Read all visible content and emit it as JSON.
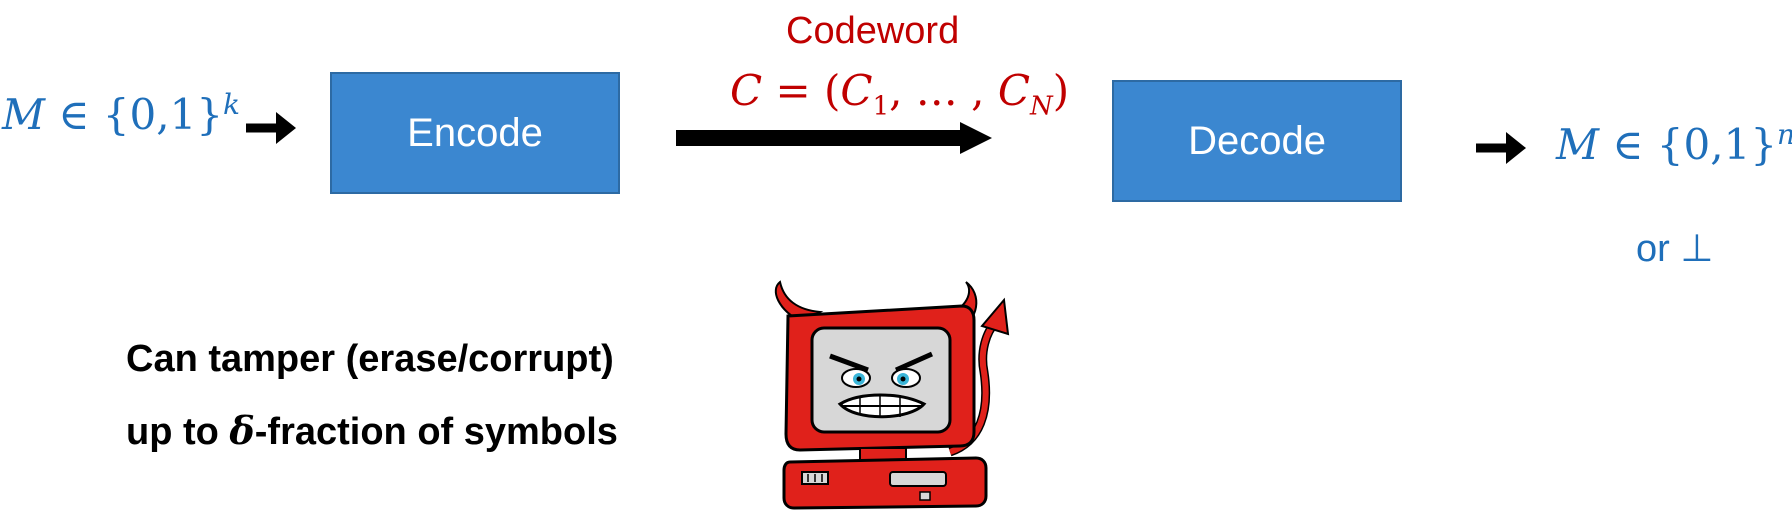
{
  "input": {
    "var": "M",
    "rel": " ∈ {0,1}",
    "exp": "k"
  },
  "encode": {
    "label": "Encode"
  },
  "channel": {
    "title": "Codeword",
    "formula_lhs": "C",
    "formula_eq": " = (",
    "c1": "C",
    "c1_sub": "1",
    "dots": ", … , ",
    "cn": "C",
    "cn_sub": "N",
    "close": ")"
  },
  "decode": {
    "label": "Decode"
  },
  "output": {
    "var": "M",
    "rel": " ∈ {0,1}",
    "exp": "n",
    "alt": "or ⊥"
  },
  "adversary": {
    "line1": "Can tamper (erase/corrupt)",
    "line2_pre": "up to ",
    "line2_delta": "δ",
    "line2_post": "-fraction of symbols",
    "icon": "devil-computer-icon"
  },
  "colors": {
    "box_fill": "#3b87d0",
    "math_blue": "#1f6fba",
    "codeword_red": "#c00000",
    "arrow": "#000000",
    "devil_red": "#e0211b"
  }
}
